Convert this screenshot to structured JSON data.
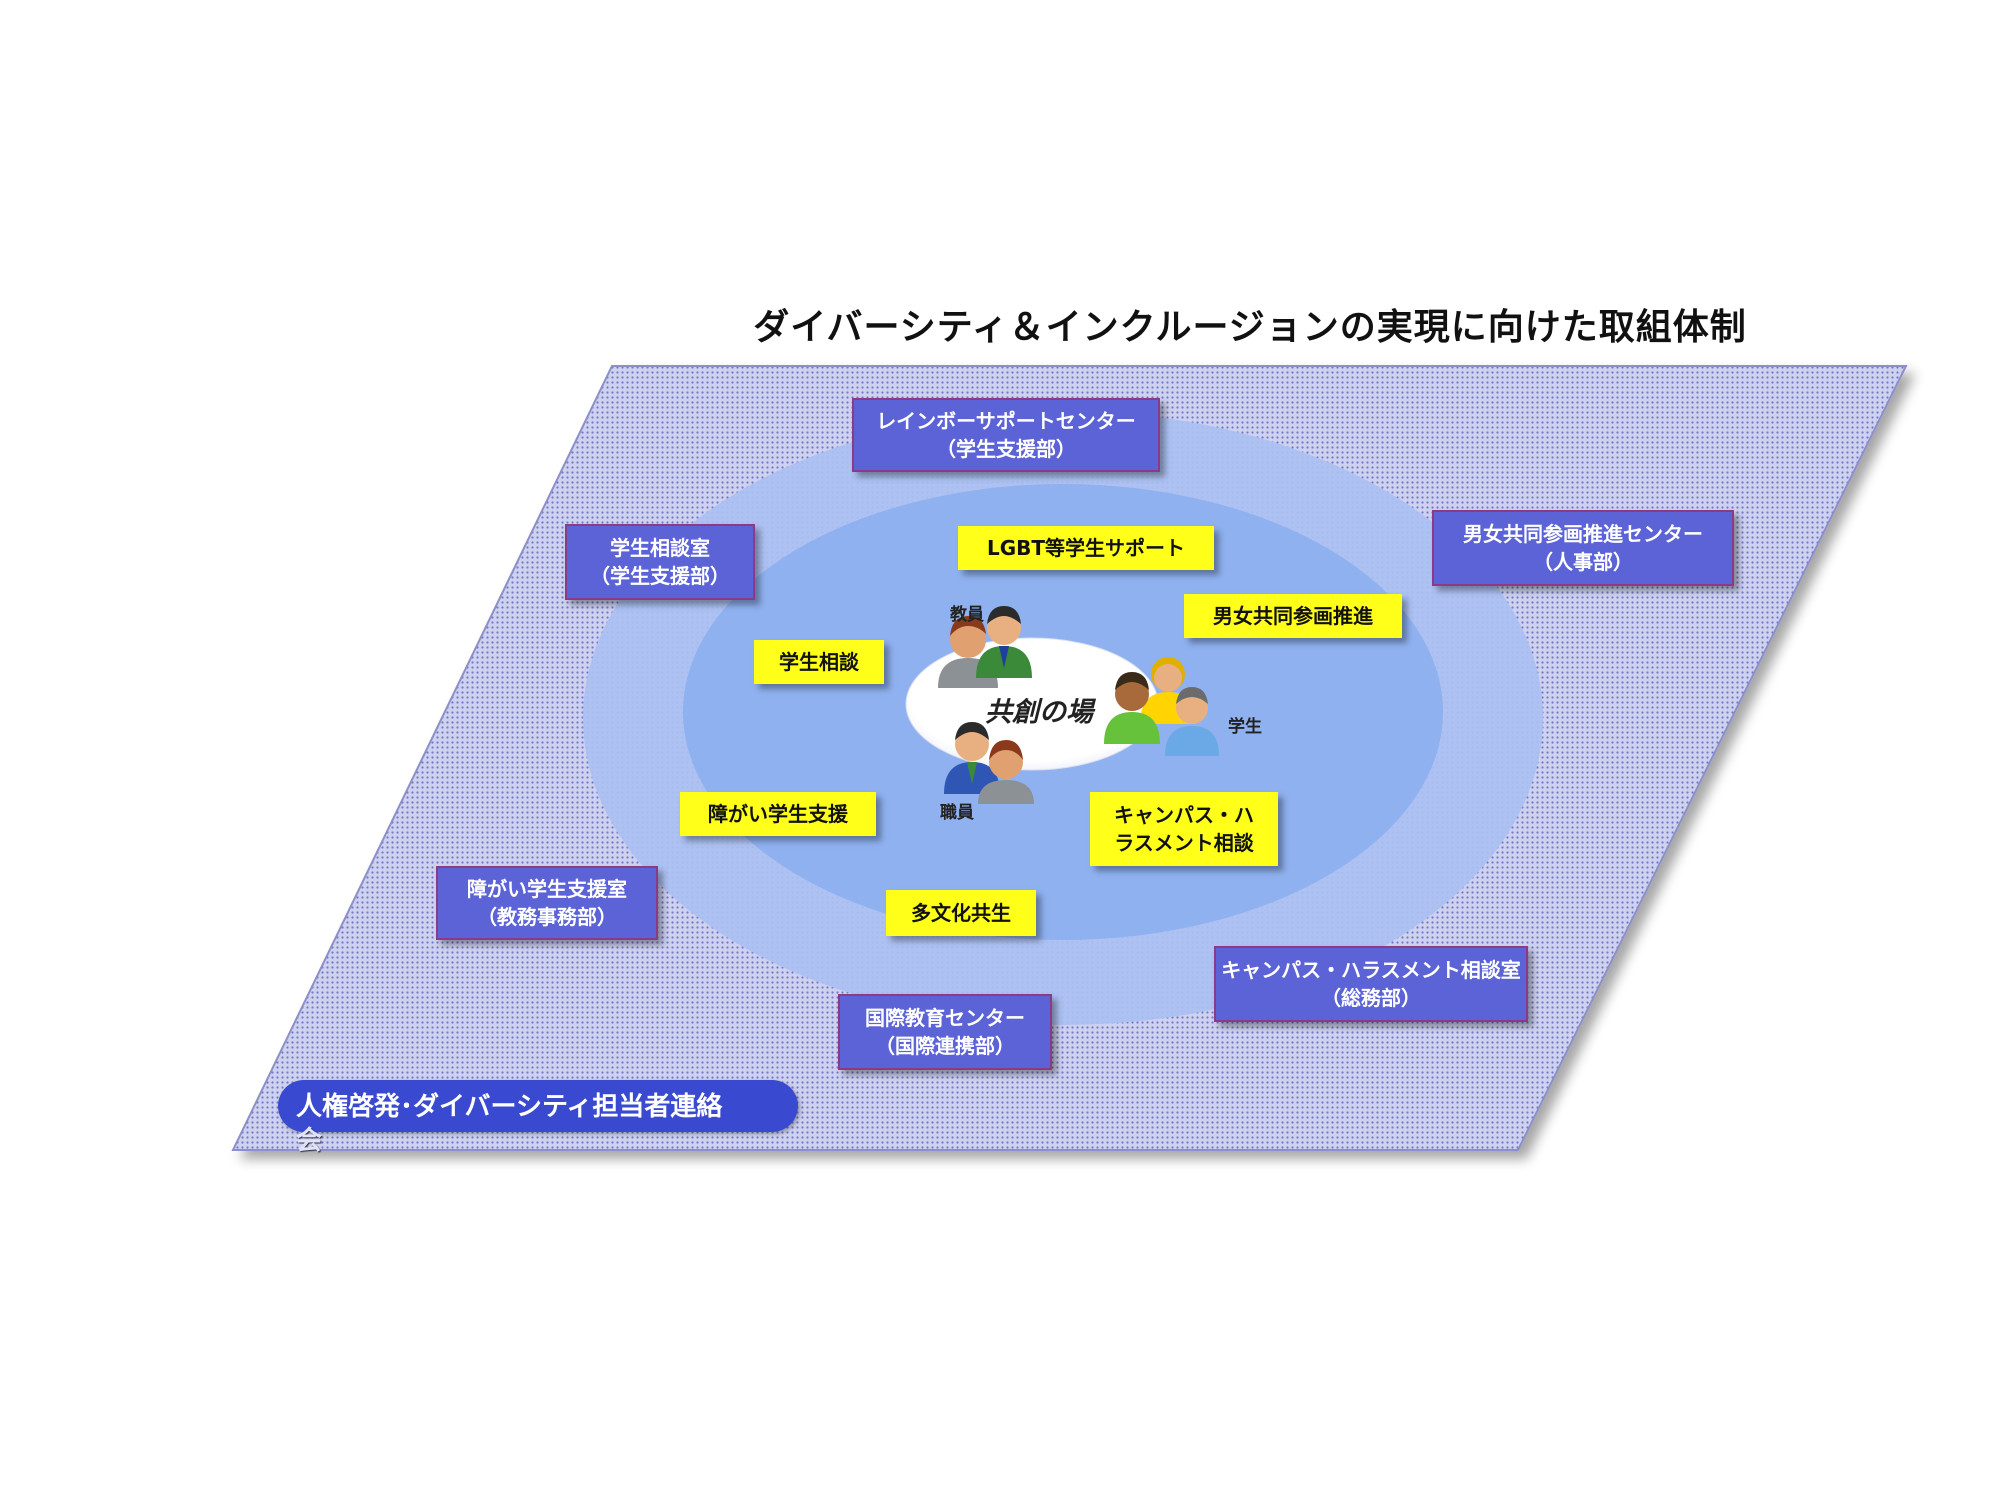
{
  "title": "ダイバーシティ＆インクルージョンの実現に向けた取組体制",
  "center_label": "共創の場",
  "roles": {
    "teacher": "教員",
    "staff": "職員",
    "student": "学生"
  },
  "departments": {
    "rainbow": {
      "line1": "レインボーサポートセンター",
      "line2": "（学生支援部）"
    },
    "counseling_room": {
      "line1": "学生相談室",
      "line2": "（学生支援部）"
    },
    "gender_center": {
      "line1": "男女共同参画推進センター",
      "line2": "（人事部）"
    },
    "disability_room": {
      "line1": "障がい学生支援室",
      "line2": "（教務事務部）"
    },
    "international_center": {
      "line1": "国際教育センター",
      "line2": "（国際連携部）"
    },
    "harassment_room": {
      "line1": "キャンパス・ハラスメント相談室",
      "line2": "（総務部）"
    }
  },
  "activities": {
    "lgbt": "LGBT等学生サポート",
    "gender": "男女共同参画推進",
    "counseling": "学生相談",
    "disability": "障がい学生支援",
    "harassment_line1": "キャンパス・ハ",
    "harassment_line2": "ラスメント相談",
    "multicultural": "多文化共生"
  },
  "council": {
    "line1": "人権啓発･ダイバーシティ担当者連絡",
    "line2": "会"
  },
  "colors": {
    "plane_fill": "#c9cdec",
    "plane_dots": "#6f77c8",
    "outer_ellipse": "#aac0f2",
    "inner_ellipse": "#8fb1ef",
    "dept_fill": "#5b63d6",
    "dept_border": "#8a3a86",
    "activity_fill": "#ffff1a",
    "council_fill": "#3a4ad0"
  }
}
